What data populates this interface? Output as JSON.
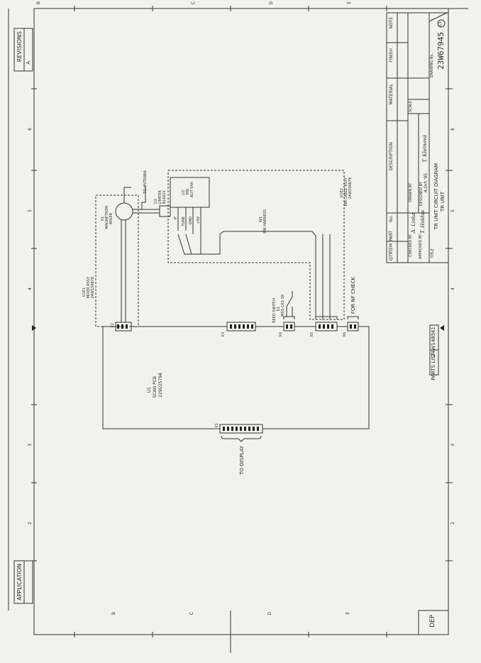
{
  "revisions": {
    "label": "REVISIONS",
    "rev_mark": "A"
  },
  "application": {
    "label": "APPLICATION"
  },
  "dep": {
    "label": "DEP"
  },
  "zones": {
    "top": [
      "B",
      "C",
      "D",
      "E"
    ],
    "bottom": [
      "B",
      "C",
      "D",
      "E"
    ],
    "right": [
      "6",
      "5",
      "4",
      "3",
      "2"
    ],
    "left": [
      "6",
      "5",
      "4",
      "3",
      "2"
    ]
  },
  "title_block": {
    "headers": [
      "QTY",
      "ITEM",
      "PART",
      "No.",
      "DESCRIPTION",
      "MATERIAL",
      "FINISH",
      "NOTE"
    ],
    "checked_by": "CHECKED BY",
    "approved_by": "APPROVED BY",
    "drawn_by": "DRAWN BY",
    "designed_by": "DESIGNED BY",
    "drawn_sig": "A. Liska",
    "designed_sig": "T. Holdas",
    "designed_date": "4.Oct.'95",
    "designed_sig2": "T. Kleinová",
    "scale": "SCALE",
    "title_label": "TITLE",
    "title_line1": "TR UNIT CIRCUIT DIAGRAM",
    "title_line2": "TR UNIT",
    "drawing_no_label": "DRAWING No.",
    "drawing_no": "23W67945",
    "sheet": "1/1"
  },
  "parts_list": {
    "label": "PARTS LIST",
    "number": "24W148561"
  },
  "circuit": {
    "u1e1": [
      "U1E1",
      "MIXER ASSY",
      "24W159878"
    ],
    "mixer": [
      "X1",
      "MAGNETRON",
      "MIXER"
    ],
    "u2": [
      "U2",
      "LIMITER",
      "NL6621"
    ],
    "antenna": "TO ANTENNA",
    "u3": [
      "U3",
      "PIN",
      "ALIT 54A"
    ],
    "u3_pins": [
      "IF",
      "TUNE",
      "GND",
      "+5V"
    ],
    "u1e2": [
      "U1E2",
      "PIN CABLE ASSY",
      "24W159879"
    ],
    "harness": [
      "W1",
      "PIN HARNESS"
    ],
    "reed": [
      "REED SWITCH",
      "S1",
      "MSG-161-18"
    ],
    "nf_check": "FOR NF CHECK",
    "u1": [
      "U1",
      "SCAN PCB",
      "229U25794"
    ],
    "to_display": "TO DISPLAY",
    "connectors": [
      "X1",
      "X2",
      "X3",
      "X4",
      "X5",
      "X6"
    ]
  }
}
